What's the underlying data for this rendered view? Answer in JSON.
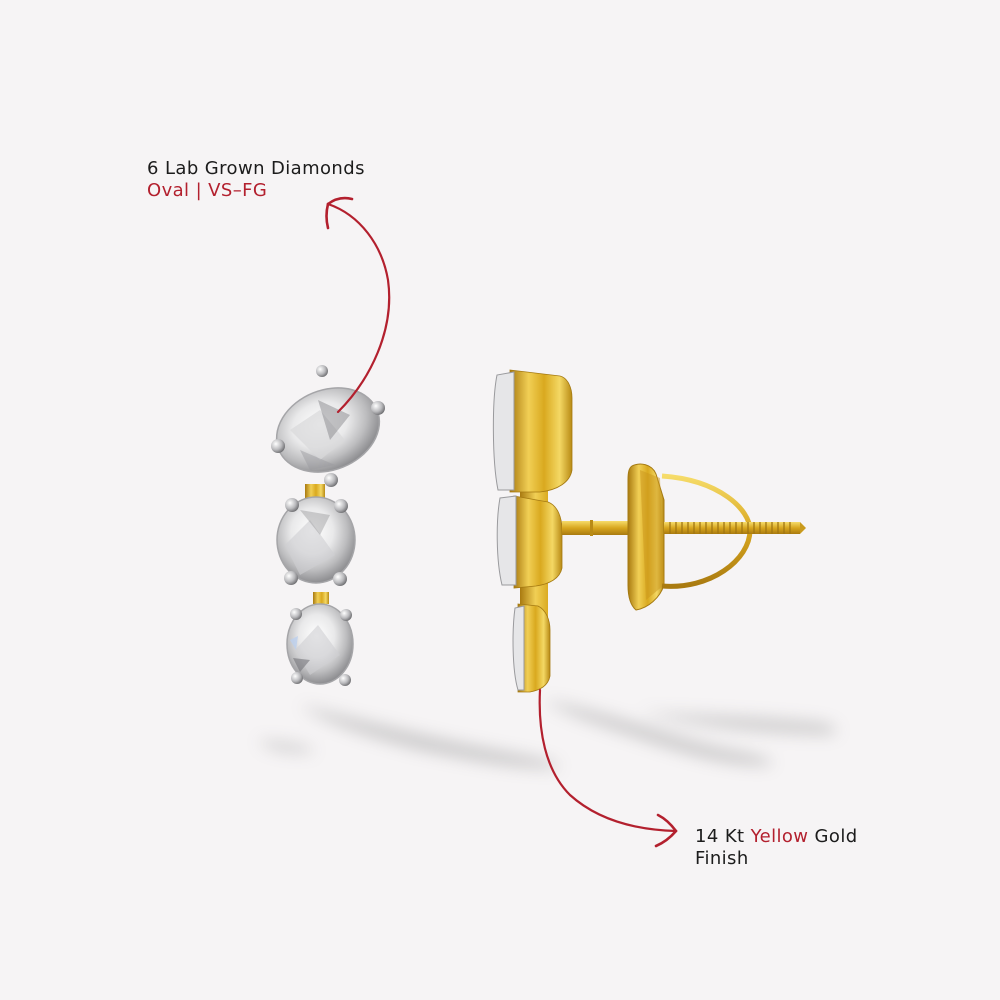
{
  "annotations": {
    "diamonds": {
      "line1": "6 Lab Grown Diamonds",
      "line2": "Oval | VS–FG"
    },
    "metal": {
      "prefix": "14 Kt ",
      "accent_word": "Yellow",
      "suffix": " Gold",
      "line2": "Finish"
    }
  },
  "colors": {
    "background": "#f6f4f5",
    "text": "#1c1c1c",
    "accent": "#b3202e",
    "gold": "#e0b32a",
    "gold_dark": "#b8860b",
    "platinum": "#c8c8c8"
  },
  "product": {
    "front_view": {
      "stones": 3,
      "shape": "oval"
    },
    "side_view": {
      "stones": 3,
      "back": "screw-back"
    }
  }
}
